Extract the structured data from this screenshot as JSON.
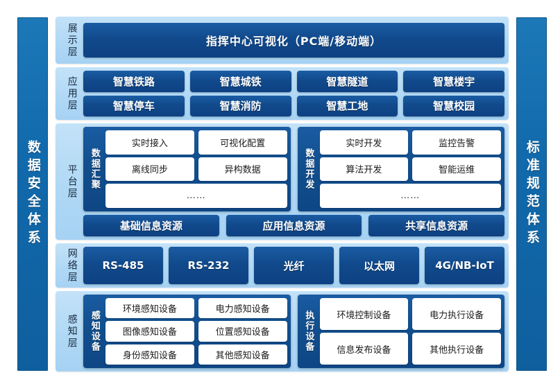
{
  "left_pillar": {
    "label": "数据安全体系"
  },
  "right_pillar": {
    "label": "标准规范体系"
  },
  "layers": {
    "presentation": {
      "label": "展示层",
      "hero": "指挥中心可视化（PC端/移动端）"
    },
    "application": {
      "label": "应用层",
      "items": [
        "智慧铁路",
        "智慧城铁",
        "智慧隧道",
        "智慧楼宇",
        "智慧停车",
        "智慧消防",
        "智慧工地",
        "智慧校园"
      ]
    },
    "platform": {
      "label": "平台层",
      "group_aggregation": {
        "label": "数据汇聚",
        "items": [
          "实时接入",
          "可视化配置",
          "离线同步",
          "异构数据"
        ],
        "ellipsis": "……"
      },
      "group_development": {
        "label": "数据开发",
        "items": [
          "实时开发",
          "监控告警",
          "算法开发",
          "智能运维"
        ],
        "ellipsis": "……"
      },
      "resources": [
        "基础信息资源",
        "应用信息资源",
        "共享信息资源"
      ]
    },
    "network": {
      "label": "网络层",
      "items": [
        "RS-485",
        "RS-232",
        "光纤",
        "以太网",
        "4G/NB-IoT"
      ]
    },
    "perception": {
      "label": "感知层",
      "group_sensing": {
        "label": "感知设备",
        "items": [
          "环境感知设备",
          "电力感知设备",
          "图像感知设备",
          "位置感知设备",
          "身份感知设备",
          "其他感知设备"
        ]
      },
      "group_actuating": {
        "label": "执行设备",
        "items": [
          "环境控制设备",
          "电力执行设备",
          "信息发布设备",
          "其他执行设备"
        ]
      }
    }
  },
  "colors": {
    "pillar_blue": "#1168a8",
    "chip_navy": "#10478c",
    "layer_light_blue": "#b0d8f5",
    "tile_white": "#ffffff",
    "page_background": "#ffffff"
  }
}
